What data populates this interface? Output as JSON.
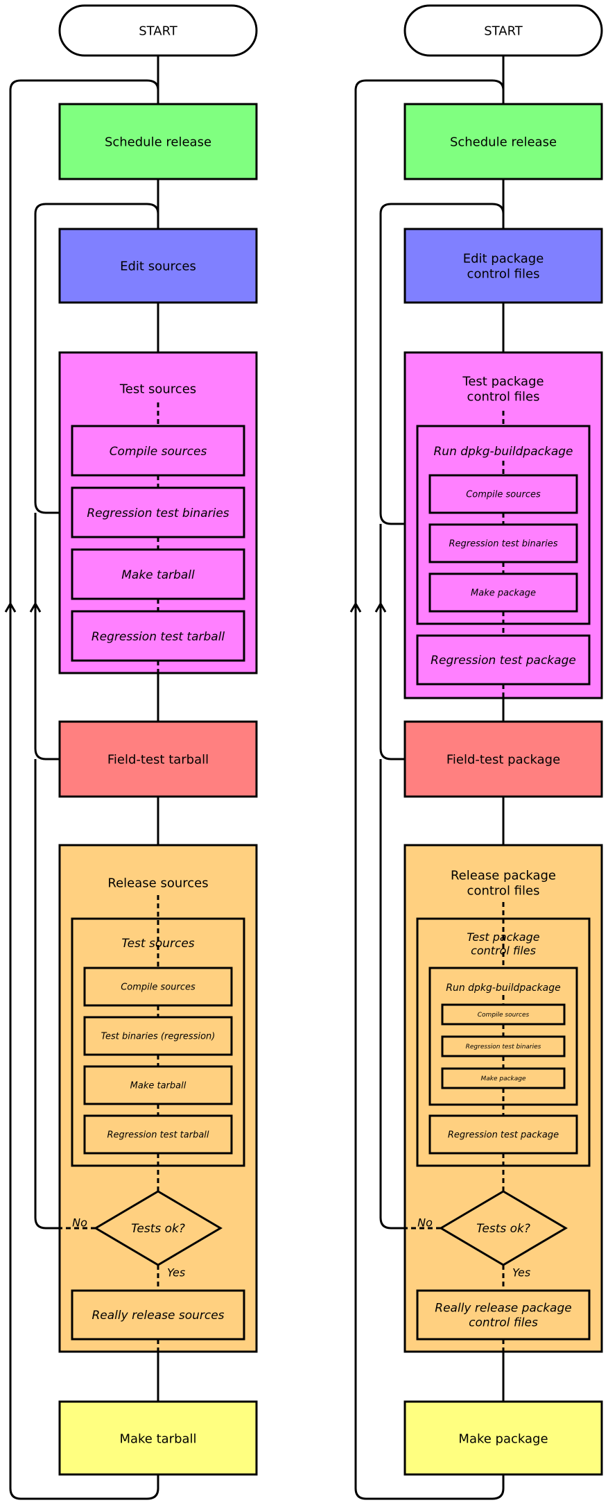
{
  "colors": {
    "schedule": "#80ff80",
    "edit": "#8080ff",
    "test": "#ff80ff",
    "field": "#ff8080",
    "release": "#ffd080",
    "make": "#ffff80",
    "line": "#000000"
  },
  "left": {
    "start": "START",
    "schedule": "Schedule release",
    "edit": [
      "Edit sources"
    ],
    "test_title": [
      "Test sources"
    ],
    "test_steps": [
      "Compile sources",
      "Regression test binaries",
      "Make tarball",
      "Regression test tarball"
    ],
    "field": "Field-test tarball",
    "release_title": [
      "Release sources"
    ],
    "inner_title": "Test sources",
    "inner_steps": [
      "Compile sources",
      "Test binaries (regression)",
      "Make tarball",
      "Regression test tarball"
    ],
    "decision": "Tests ok?",
    "no": "No",
    "yes": "Yes",
    "really": [
      "Really release sources"
    ],
    "make": "Make tarball"
  },
  "right": {
    "start": "START",
    "schedule": "Schedule release",
    "edit": [
      "Edit package",
      "control files"
    ],
    "test_title": [
      "Test package",
      "control files"
    ],
    "build_title": "Run dpkg-buildpackage",
    "build_steps": [
      "Compile sources",
      "Regression test binaries",
      "Make package"
    ],
    "test_last": "Regression test package",
    "field": "Field-test package",
    "release_title": [
      "Release package",
      "control files"
    ],
    "inner_title": [
      "Test package",
      "control files"
    ],
    "inner_build_title": "Run dpkg-buildpackage",
    "inner_build_steps": [
      "Compile sources",
      "Regression test binaries",
      "Make package"
    ],
    "inner_last": "Regression test package",
    "decision": "Tests ok?",
    "no": "No",
    "yes": "Yes",
    "really": [
      "Really release package",
      "control files"
    ],
    "make": "Make package"
  }
}
